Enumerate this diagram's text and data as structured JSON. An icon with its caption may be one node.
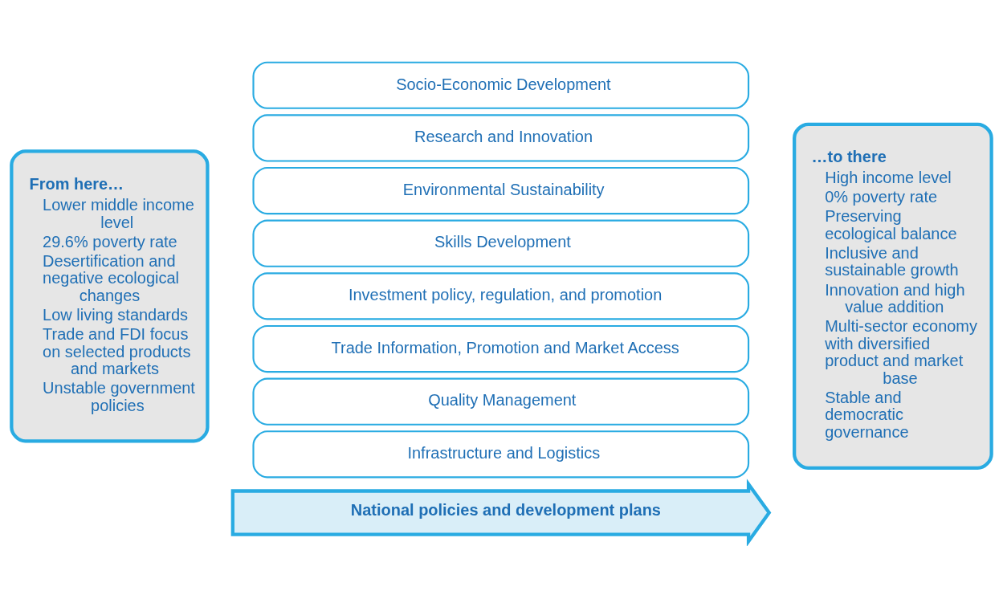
{
  "diagram": {
    "nodes": [
      {
        "text": [
          "From here…",
          "Lower middle income level",
          "29.6% poverty rate",
          "Desertification and negative ecological changes",
          "Low living standards",
          "Trade and FDI focus on selected products and markets",
          "Unstable government policies"
        ]
      },
      {
        "text": [
          "Socio-Economic Development"
        ]
      },
      {
        "text": [
          "Research and Innovation"
        ]
      },
      {
        "text": [
          "Environmental Sustainability"
        ]
      },
      {
        "text": [
          "Skills Development"
        ]
      },
      {
        "text": [
          "Investment policy, regulation, and promotion"
        ]
      },
      {
        "text": [
          "Trade Information, Promotion and Market Access"
        ]
      },
      {
        "text": [
          "Quality Management"
        ]
      },
      {
        "text": [
          "Infrastructure and Logistics"
        ]
      },
      {
        "text": [
          "National policies and development plans"
        ]
      },
      {
        "text": [
          "…to there",
          "High income level",
          "0% poverty rate",
          "Preserving ecological balance",
          "Inclusive and sustainable growth",
          "Innovation and high value addition",
          "Multi-sector economy with diversified product and market base",
          "Stable and democratic governance"
        ]
      }
    ],
    "edges": []
  }
}
